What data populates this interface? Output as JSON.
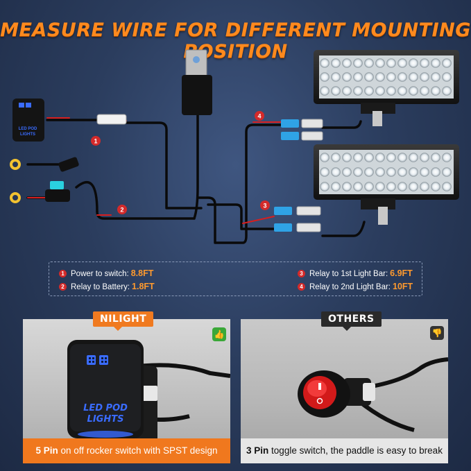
{
  "title": "MEASURE WIRE FOR DIFFERENT MOUNTING POSITION",
  "callouts": [
    "1",
    "2",
    "3",
    "4"
  ],
  "rocker_label_line1": "LED POD",
  "rocker_label_line2": "LIGHTS",
  "legend": [
    {
      "num": "1",
      "label": "Power to switch:",
      "value": "8.8FT"
    },
    {
      "num": "2",
      "label": "Relay to Battery:",
      "value": "1.8FT"
    },
    {
      "num": "3",
      "label": "Relay to 1st Light Bar:",
      "value": "6.9FT"
    },
    {
      "num": "4",
      "label": "Relay to 2nd Light Bar:",
      "value": "10FT"
    }
  ],
  "comparison": {
    "left": {
      "tag": "NILIGHT",
      "verdict_icon": "thumbs-up-icon",
      "caption_bold": "5 Pin",
      "caption_rest": " on off rocker switch with SPST design",
      "switch_text_line1": "LED POD",
      "switch_text_line2": "LIGHTS"
    },
    "right": {
      "tag": "OTHERS",
      "verdict_icon": "thumbs-down-icon",
      "caption_bold": "3 Pin",
      "caption_rest": " toggle switch, the paddle is easy to break"
    }
  },
  "colors": {
    "accent": "#f07a20",
    "title": "#ff8a1e",
    "switch_glow": "#3a6cff",
    "callout": "#d42a2a",
    "thumbs_up": "#3aa838",
    "thumbs_down": "#333333"
  }
}
